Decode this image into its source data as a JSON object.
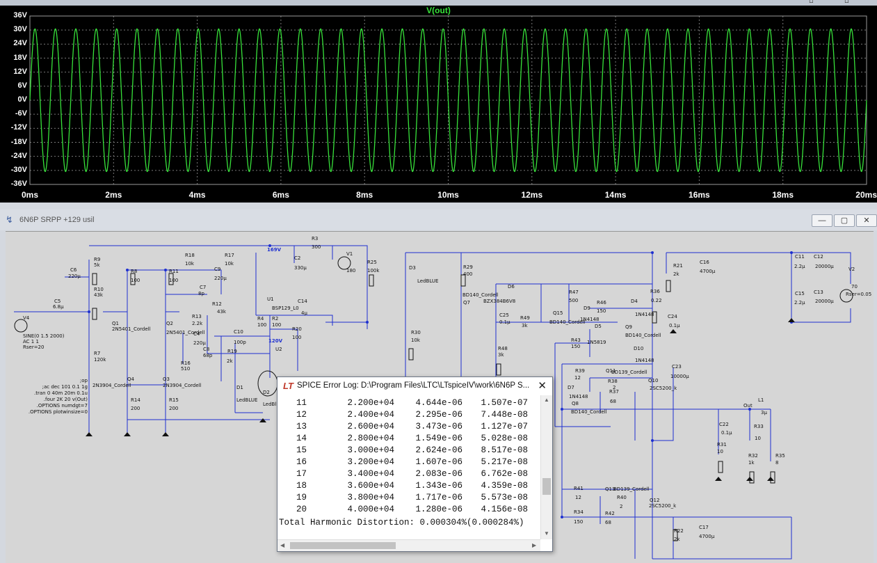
{
  "plot": {
    "title": "V(out)",
    "trace_color": "#37e23a",
    "grid_color": "#7a7a7a",
    "background": "#000000"
  },
  "chart_data": {
    "type": "line",
    "title": "V(out)",
    "xlabel": "",
    "ylabel": "",
    "x_ticks": [
      "0ms",
      "2ms",
      "4ms",
      "6ms",
      "8ms",
      "10ms",
      "12ms",
      "14ms",
      "16ms",
      "18ms",
      "20ms"
    ],
    "y_ticks": [
      "36V",
      "30V",
      "24V",
      "18V",
      "12V",
      "6V",
      "0V",
      "-6V",
      "-12V",
      "-18V",
      "-24V",
      "-30V",
      "-36V"
    ],
    "xlim": [
      0,
      20
    ],
    "ylim": [
      -36,
      36
    ],
    "grid": true,
    "series": [
      {
        "name": "V(out)",
        "amplitude": 30.5,
        "frequency_khz": 2.05,
        "cycles": 41,
        "x_unit": "ms",
        "y_unit": "V"
      }
    ]
  },
  "schematic_window": {
    "title": "6N6P SRPP +129 usil",
    "min": "—",
    "max": "▢",
    "close": "✕"
  },
  "schematic": {
    "wire_color": "#1d2fd0",
    "labels": [
      {
        "t": "R9"
      },
      {
        "t": "5k"
      },
      {
        "t": "C6"
      },
      {
        "t": "220µ"
      },
      {
        "t": "R10"
      },
      {
        "t": "43k"
      },
      {
        "t": "C5"
      },
      {
        "t": "6.8µ"
      },
      {
        "t": "V4"
      },
      {
        "t": "SINE(0 1.5 2000)"
      },
      {
        "t": "AC 1 1"
      },
      {
        "t": "Rser=20"
      },
      {
        "t": "R7"
      },
      {
        "t": "120k"
      },
      {
        "t": "R8"
      },
      {
        "t": "100"
      },
      {
        "t": "R11"
      },
      {
        "t": "100"
      },
      {
        "t": "R18"
      },
      {
        "t": "10k"
      },
      {
        "t": "R17"
      },
      {
        "t": "10k"
      },
      {
        "t": "C9"
      },
      {
        "t": "220µ"
      },
      {
        "t": "C7"
      },
      {
        "t": "8p"
      },
      {
        "t": "R12"
      },
      {
        "t": "43k"
      },
      {
        "t": "R13"
      },
      {
        "t": "2.2k"
      },
      {
        "t": "C4"
      },
      {
        "t": "220µ"
      },
      {
        "t": "Q1"
      },
      {
        "t": "2N5401_Cordell"
      },
      {
        "t": "Q2"
      },
      {
        "t": "2N5401_Cordell"
      },
      {
        "t": "R16"
      },
      {
        "t": "510"
      },
      {
        "t": "C8"
      },
      {
        "t": "68p"
      },
      {
        "t": "R19"
      },
      {
        "t": "2k"
      },
      {
        "t": "C10"
      },
      {
        "t": "100p"
      },
      {
        "t": "Q4"
      },
      {
        "t": "2N3904_Cordell"
      },
      {
        "t": "Q3"
      },
      {
        "t": "2N3904_Cordell"
      },
      {
        "t": "R14"
      },
      {
        "t": "200"
      },
      {
        "t": "R15"
      },
      {
        "t": "200"
      },
      {
        "t": "D1"
      },
      {
        "t": "LedBLUE"
      },
      {
        "t": "D2"
      },
      {
        "t": "LedBl"
      },
      {
        "t": "169V",
        "c": "blue"
      },
      {
        "t": "120V",
        "c": "blue"
      },
      {
        "t": "R3"
      },
      {
        "t": "300"
      },
      {
        "t": "C2"
      },
      {
        "t": "330µ"
      },
      {
        "t": "V1"
      },
      {
        "t": "180"
      },
      {
        "t": "U1"
      },
      {
        "t": "BSP129_L0"
      },
      {
        "t": "C14"
      },
      {
        "t": "4µ"
      },
      {
        "t": "R4"
      },
      {
        "t": "100"
      },
      {
        "t": "R2"
      },
      {
        "t": "100"
      },
      {
        "t": "R20"
      },
      {
        "t": "100"
      },
      {
        "t": "U2"
      },
      {
        "t": "R25"
      },
      {
        "t": "100k"
      },
      {
        "t": "D3"
      },
      {
        "t": "LedBLUE"
      },
      {
        "t": "R30"
      },
      {
        "t": "10k"
      },
      {
        "t": "R29"
      },
      {
        "t": "400"
      },
      {
        "t": "BD140_Cordell"
      },
      {
        "t": "Q7"
      },
      {
        "t": "D6"
      },
      {
        "t": "BZX384B6V8"
      },
      {
        "t": "C25"
      },
      {
        "t": "0.1µ"
      },
      {
        "t": "R49"
      },
      {
        "t": "3k"
      },
      {
        "t": "R48"
      },
      {
        "t": "3k"
      },
      {
        "t": "R47"
      },
      {
        "t": "500"
      },
      {
        "t": "Q15"
      },
      {
        "t": "BD140_Cordell"
      },
      {
        "t": "D9"
      },
      {
        "t": "1N4148"
      },
      {
        "t": "R46"
      },
      {
        "t": "150"
      },
      {
        "t": "D4"
      },
      {
        "t": "1N4148"
      },
      {
        "t": "R36"
      },
      {
        "t": "0.22"
      },
      {
        "t": "D5"
      },
      {
        "t": "1N5819"
      },
      {
        "t": "Q9"
      },
      {
        "t": "BD140_Cordell"
      },
      {
        "t": "C24"
      },
      {
        "t": "0.1µ"
      },
      {
        "t": "R43"
      },
      {
        "t": "150"
      },
      {
        "t": "D10"
      },
      {
        "t": "1N4148"
      },
      {
        "t": "R39"
      },
      {
        "t": "12"
      },
      {
        "t": "Q11"
      },
      {
        "t": "BD139_Cordell"
      },
      {
        "t": "C23"
      },
      {
        "t": "10000µ"
      },
      {
        "t": "R38"
      },
      {
        "t": "2"
      },
      {
        "t": "Q10"
      },
      {
        "t": "2SC5200_k"
      },
      {
        "t": "D7"
      },
      {
        "t": "1N4148"
      },
      {
        "t": "Q8"
      },
      {
        "t": "BD140_Cordell"
      },
      {
        "t": "R37"
      },
      {
        "t": "68"
      },
      {
        "t": "R21"
      },
      {
        "t": "2k"
      },
      {
        "t": "C16"
      },
      {
        "t": "4700µ"
      },
      {
        "t": "C11"
      },
      {
        "t": "2.2µ"
      },
      {
        "t": "C12"
      },
      {
        "t": "20000µ"
      },
      {
        "t": "C15"
      },
      {
        "t": "2.2µ"
      },
      {
        "t": "C13"
      },
      {
        "t": "20000µ"
      },
      {
        "t": "V2"
      },
      {
        "t": "70"
      },
      {
        "t": "Rser=0.05"
      },
      {
        "t": "Out"
      },
      {
        "t": "L1"
      },
      {
        "t": "3µ"
      },
      {
        "t": "C22"
      },
      {
        "t": "0.1µ"
      },
      {
        "t": "R33"
      },
      {
        "t": "10"
      },
      {
        "t": "R31"
      },
      {
        "t": "10"
      },
      {
        "t": "R32"
      },
      {
        "t": "1k"
      },
      {
        "t": "R35"
      },
      {
        "t": "8"
      },
      {
        "t": "R41"
      },
      {
        "t": "12"
      },
      {
        "t": "Q13"
      },
      {
        "t": "BD139_Cordell"
      },
      {
        "t": "R40"
      },
      {
        "t": "2"
      },
      {
        "t": "Q12"
      },
      {
        "t": "2SC5200_k"
      },
      {
        "t": "R34"
      },
      {
        "t": "150"
      },
      {
        "t": "R42"
      },
      {
        "t": "68"
      },
      {
        "t": "R22"
      },
      {
        "t": "2k"
      },
      {
        "t": "C17"
      },
      {
        "t": "4700µ"
      }
    ],
    "directives": [
      ";op",
      ";ac dec 101 0.1 1g",
      ".tran 0 40m 20m 0.1u",
      ".four 2K 20 v(Out)",
      ".OPTIONS numdgt=7",
      ".OPTIONS plotwinsize=0"
    ]
  },
  "dialog": {
    "title": "SPICE Error Log: D:\\Program Files\\LTC\\LTspiceIV\\work\\6N6P S...",
    "close": "✕",
    "rows": [
      [
        "11",
        "2.200e+04",
        "4.644e-06",
        "1.507e-07"
      ],
      [
        "12",
        "2.400e+04",
        "2.295e-06",
        "7.448e-08"
      ],
      [
        "13",
        "2.600e+04",
        "3.473e-06",
        "1.127e-07"
      ],
      [
        "14",
        "2.800e+04",
        "1.549e-06",
        "5.028e-08"
      ],
      [
        "15",
        "3.000e+04",
        "2.624e-06",
        "8.517e-08"
      ],
      [
        "16",
        "3.200e+04",
        "1.607e-06",
        "5.217e-08"
      ],
      [
        "17",
        "3.400e+04",
        "2.083e-06",
        "6.762e-08"
      ],
      [
        "18",
        "3.600e+04",
        "1.343e-06",
        "4.359e-08"
      ],
      [
        "19",
        "3.800e+04",
        "1.717e-06",
        "5.573e-08"
      ],
      [
        "20",
        "4.000e+04",
        "1.280e-06",
        "4.156e-08"
      ]
    ],
    "thd": "Total Harmonic Distortion: 0.000304%(0.000284%)"
  }
}
